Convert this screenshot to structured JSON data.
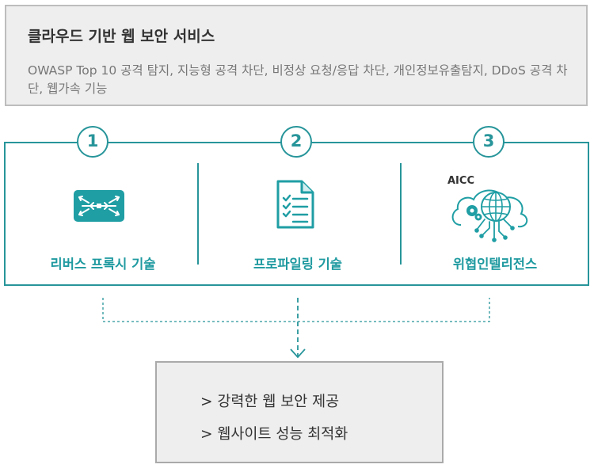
{
  "header": {
    "title": "클라우드 기반 웹 보안 서비스",
    "description": "OWASP Top 10 공격 탐지, 지능형 공격 차단, 비정상 요청/응답 차단, 개인정보유출탐지, DDoS 공격 차단, 웹가속 기능"
  },
  "features": [
    {
      "number": "1",
      "label": "리버스 프록시 기술",
      "icon": "network-switch-icon"
    },
    {
      "number": "2",
      "label": "프로파일링 기술",
      "icon": "document-checklist-icon"
    },
    {
      "number": "3",
      "label": "위협인텔리전스",
      "icon": "cloud-globe-icon",
      "icon_text": "AICC"
    }
  ],
  "results": {
    "line1": "> 강력한 웹 보안 제공",
    "line2": "> 웹사이트 성능 최적화"
  },
  "colors": {
    "accent": "#27959a",
    "box_fill": "#eeeeee",
    "box_border": "#bdbdbd",
    "text_dark": "#333333"
  }
}
